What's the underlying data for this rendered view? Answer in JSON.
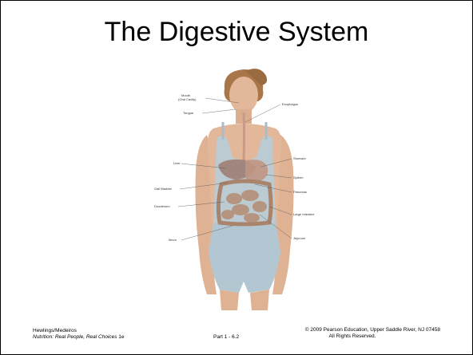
{
  "slide": {
    "title": "The Digestive System"
  },
  "figure": {
    "labels": {
      "mouth": "Mouth",
      "mouth_sub": "(Oral Cavity)",
      "tongue": "Tongue",
      "esophagus": "Esophagus",
      "liver": "Liver",
      "stomach": "Stomach",
      "spleen": "Spleen",
      "gall_bladder": "Gall Bladder",
      "pancreas": "Pancreas",
      "duodenum": "Duodenum",
      "large_intestine": "Large Intestine",
      "ileum": "Ileum",
      "jejunum": "Jejunum"
    }
  },
  "footer": {
    "authors": "Hewlings/Medeiros",
    "book_title": "Nutrition: Real People, Real Choices",
    "edition": " 1e",
    "part": "Part 1 - 6.2",
    "copyright_line1": "© 2009 Pearson Education, Upper Saddle River, NJ 07458",
    "copyright_line2": "All Rights Reserved."
  },
  "colors": {
    "skin": "#e3b79a",
    "hair": "#a9764a",
    "garment": "#b8cbd6",
    "organs": "#a8846c"
  }
}
